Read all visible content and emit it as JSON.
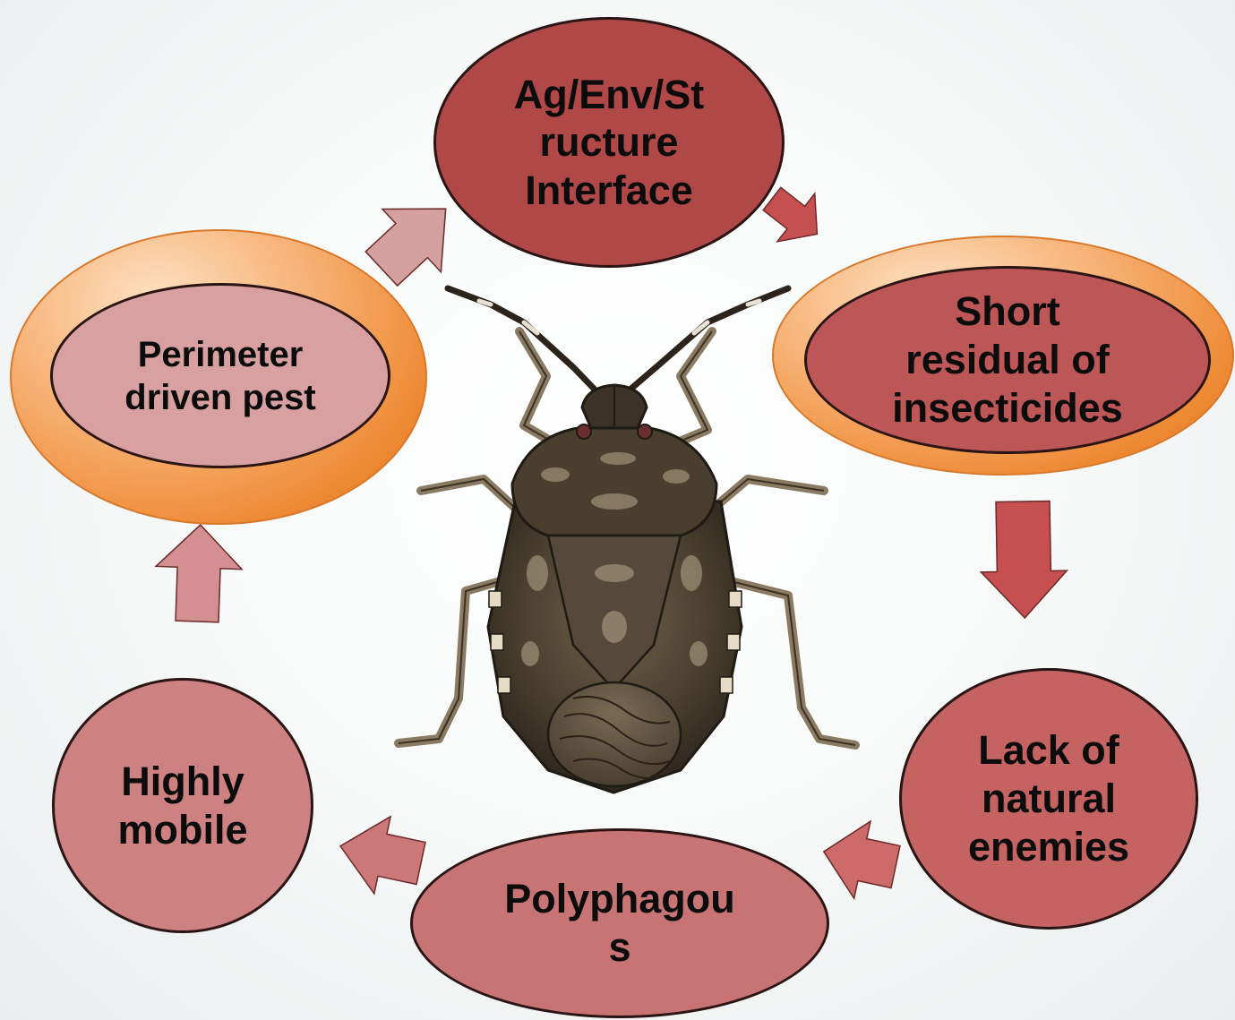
{
  "nodes": [
    {
      "id": "ag-env-structure-interface",
      "text": "Ag/Env/St\nructure\nInterface",
      "color": "#b04848"
    },
    {
      "id": "short-residual",
      "text": "Short\nresidual of\ninsecticides",
      "color": "#bd5656"
    },
    {
      "id": "lack-natural-enemies",
      "text": "Lack of\nnatural\nenemies",
      "color": "#c56262"
    },
    {
      "id": "polyphagous",
      "text": "Polyphagou\ns",
      "color": "#c87474"
    },
    {
      "id": "highly-mobile",
      "text": "Highly\nmobile",
      "color": "#cd8181"
    },
    {
      "id": "perimeter-driven",
      "text": "Perimeter\ndriven pest",
      "color": "#d8a0a0"
    }
  ],
  "highlight_ring_color": "#ee8a34",
  "arrow_colors": [
    "#c65050",
    "#c65050",
    "#cd6a6a",
    "#cd7878",
    "#d49090",
    "#d4a0a0"
  ],
  "center_image": "brown-marmorated-stink-bug-icon"
}
